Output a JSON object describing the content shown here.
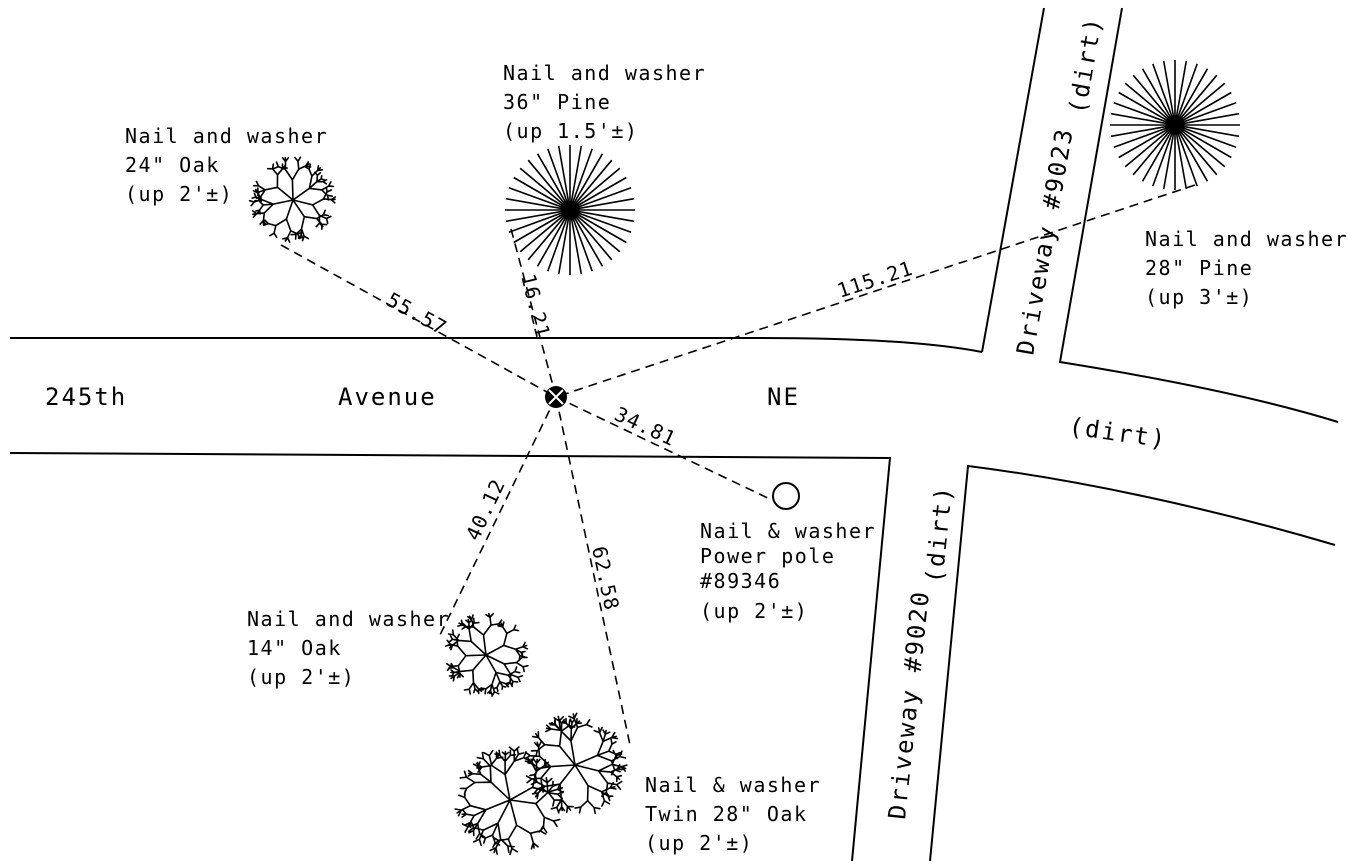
{
  "street": {
    "name_part1": "245th",
    "name_part2": "Avenue",
    "name_part3": "NE",
    "surface": "(dirt)"
  },
  "driveways": [
    {
      "label": "Driveway #9023",
      "surface": "(dirt)"
    },
    {
      "label": "Driveway #9020",
      "surface": "(dirt)"
    }
  ],
  "witnesses": [
    {
      "id": "oak24",
      "lines": [
        "Nail and washer",
        "24\" Oak",
        "(up 2'±)"
      ],
      "distance": "55.57",
      "icon": "oak-tree-icon"
    },
    {
      "id": "pine36",
      "lines": [
        "Nail and washer",
        "36\" Pine",
        "(up 1.5'±)"
      ],
      "distance": "16.21",
      "icon": "pine-tree-icon"
    },
    {
      "id": "pine28",
      "lines": [
        "Nail and washer",
        "28\" Pine",
        "(up 3'±)"
      ],
      "distance": "115.21",
      "icon": "pine-tree-icon"
    },
    {
      "id": "pole",
      "lines": [
        "Nail & washer",
        "Power pole",
        "#89346",
        "(up 2'±)"
      ],
      "distance": "34.81",
      "icon": "power-pole-icon"
    },
    {
      "id": "oak14",
      "lines": [
        "Nail and washer",
        "14\" Oak",
        "(up 2'±)"
      ],
      "distance": "40.12",
      "icon": "oak-tree-icon"
    },
    {
      "id": "twinoak",
      "lines": [
        "Nail & washer",
        "Twin 28\" Oak",
        "(up 2'±)"
      ],
      "distance": "62.58",
      "icon": "twin-oak-tree-icon"
    }
  ],
  "monument_icon": "survey-monument-icon"
}
